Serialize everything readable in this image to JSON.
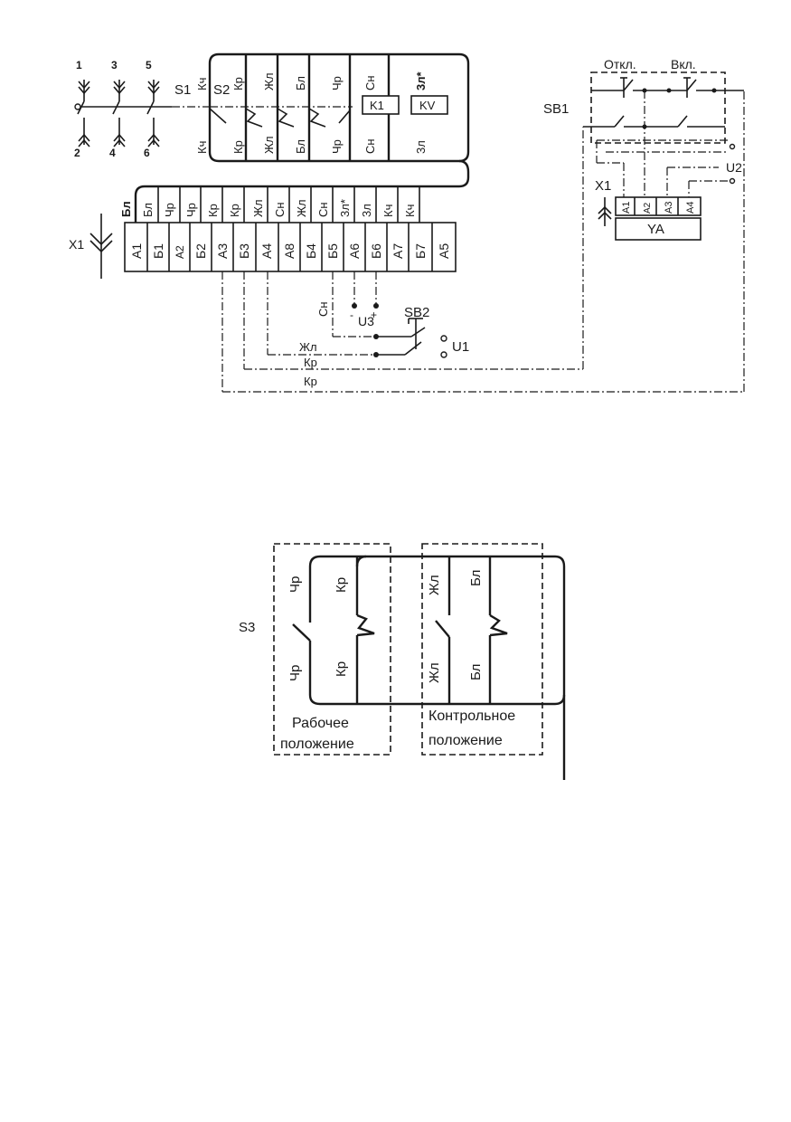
{
  "diagram_top": {
    "terminals_top": [
      "1",
      "3",
      "5"
    ],
    "terminals_bottom": [
      "2",
      "4",
      "6"
    ],
    "switch_s1": "S1",
    "switch_s2": "S2",
    "upper_col_top": [
      "Кч",
      "Кр",
      "Жл",
      "Бл",
      "Чр",
      "Сн",
      "3л*"
    ],
    "upper_col_bot": [
      "Кч",
      "Кр",
      "Жл",
      "Бл",
      "Чр",
      "Сн",
      "3л"
    ],
    "relay_k1": "K1",
    "relay_kv": "KV",
    "connector_x1": "X1",
    "wire_labels": [
      "Бл",
      "Бл",
      "Чр",
      "Чр",
      "Кр",
      "Кр",
      "Жл",
      "Сн",
      "Жл",
      "Сн",
      "3л*",
      "3л",
      "Кч",
      "Кч"
    ],
    "pins": [
      "А1",
      "Б1",
      "А2",
      "Б2",
      "А3",
      "Б3",
      "А4",
      "А8",
      "Б4",
      "Б5",
      "А6",
      "Б6",
      "А7",
      "Б7",
      "А5"
    ],
    "sb1": "SB1",
    "sb1_off": "Откл.",
    "sb1_on": "Вкл.",
    "u2": "U2",
    "x1_right": "X1",
    "ya_pins": [
      "А1",
      "А2",
      "А3",
      "А4"
    ],
    "ya": "YA",
    "sn_label": "Сн",
    "u3": "U3",
    "u3_minus": "-",
    "u3_plus": "+",
    "sb2": "SB2",
    "u1": "U1",
    "bottom_wire_1": "Жл",
    "bottom_wire_2": "Кр",
    "bottom_wire_3": "Кр"
  },
  "diagram_s3": {
    "label": "S3",
    "left_top": [
      "Чр",
      "Кр"
    ],
    "left_bot": [
      "Чр",
      "Кр"
    ],
    "right_top": [
      "Жл",
      "Бл"
    ],
    "right_bot": [
      "Жл",
      "Бл"
    ],
    "box_left_line1": "Рабочее",
    "box_left_line2": "положение",
    "box_right_line1": "Контрольное",
    "box_right_line2": "положение"
  }
}
